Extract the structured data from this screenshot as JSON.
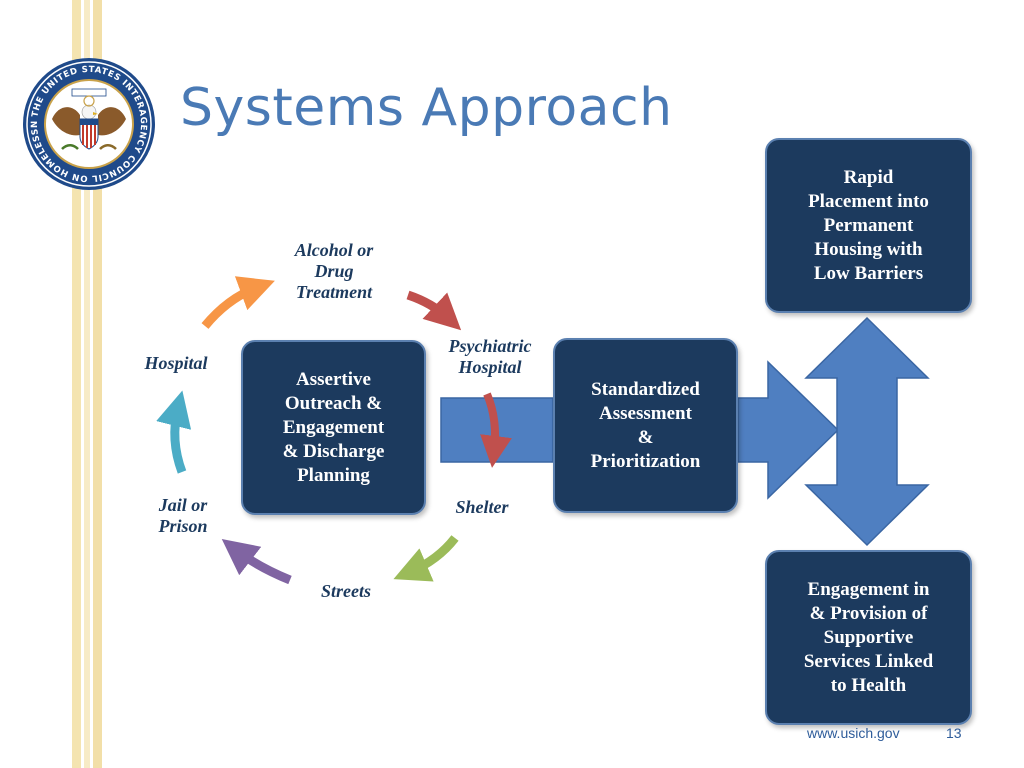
{
  "slide": {
    "title": "Systems Approach",
    "footer_url": "www.usich.gov",
    "page_number": "13"
  },
  "seal": {
    "ring_text": "THE UNITED STATES INTERAGENCY COUNCIL ON HOMELESSNESS",
    "colors": {
      "ring": "#1f4a8a",
      "gold": "#c9a24a"
    }
  },
  "boxes": {
    "outreach": "Assertive\nOutreach &\nEngagement\n& Discharge\nPlanning",
    "assessment": "Standardized\nAssessment\n&\nPrioritization",
    "housing": "Rapid\nPlacement into\nPermanent\nHousing with\nLow Barriers",
    "services": "Engagement in\n& Provision of\nSupportive\nServices Linked\nto Health"
  },
  "cycle": {
    "alcohol": "Alcohol or\nDrug\nTreatment",
    "psychiatric": "Psychiatric\nHospital",
    "shelter": "Shelter",
    "streets": "Streets",
    "jail": "Jail or\nPrison",
    "hospital": "Hospital"
  },
  "colors": {
    "box_fill": "#1c3a5e",
    "arrow_blue": "#4f7fc1",
    "arrow_orange": "#f79646",
    "arrow_red": "#c0504d",
    "arrow_green": "#9bbb59",
    "arrow_purple": "#8064a2",
    "arrow_teal": "#4bacc6",
    "stripe_gold": "#f2dfa8"
  }
}
